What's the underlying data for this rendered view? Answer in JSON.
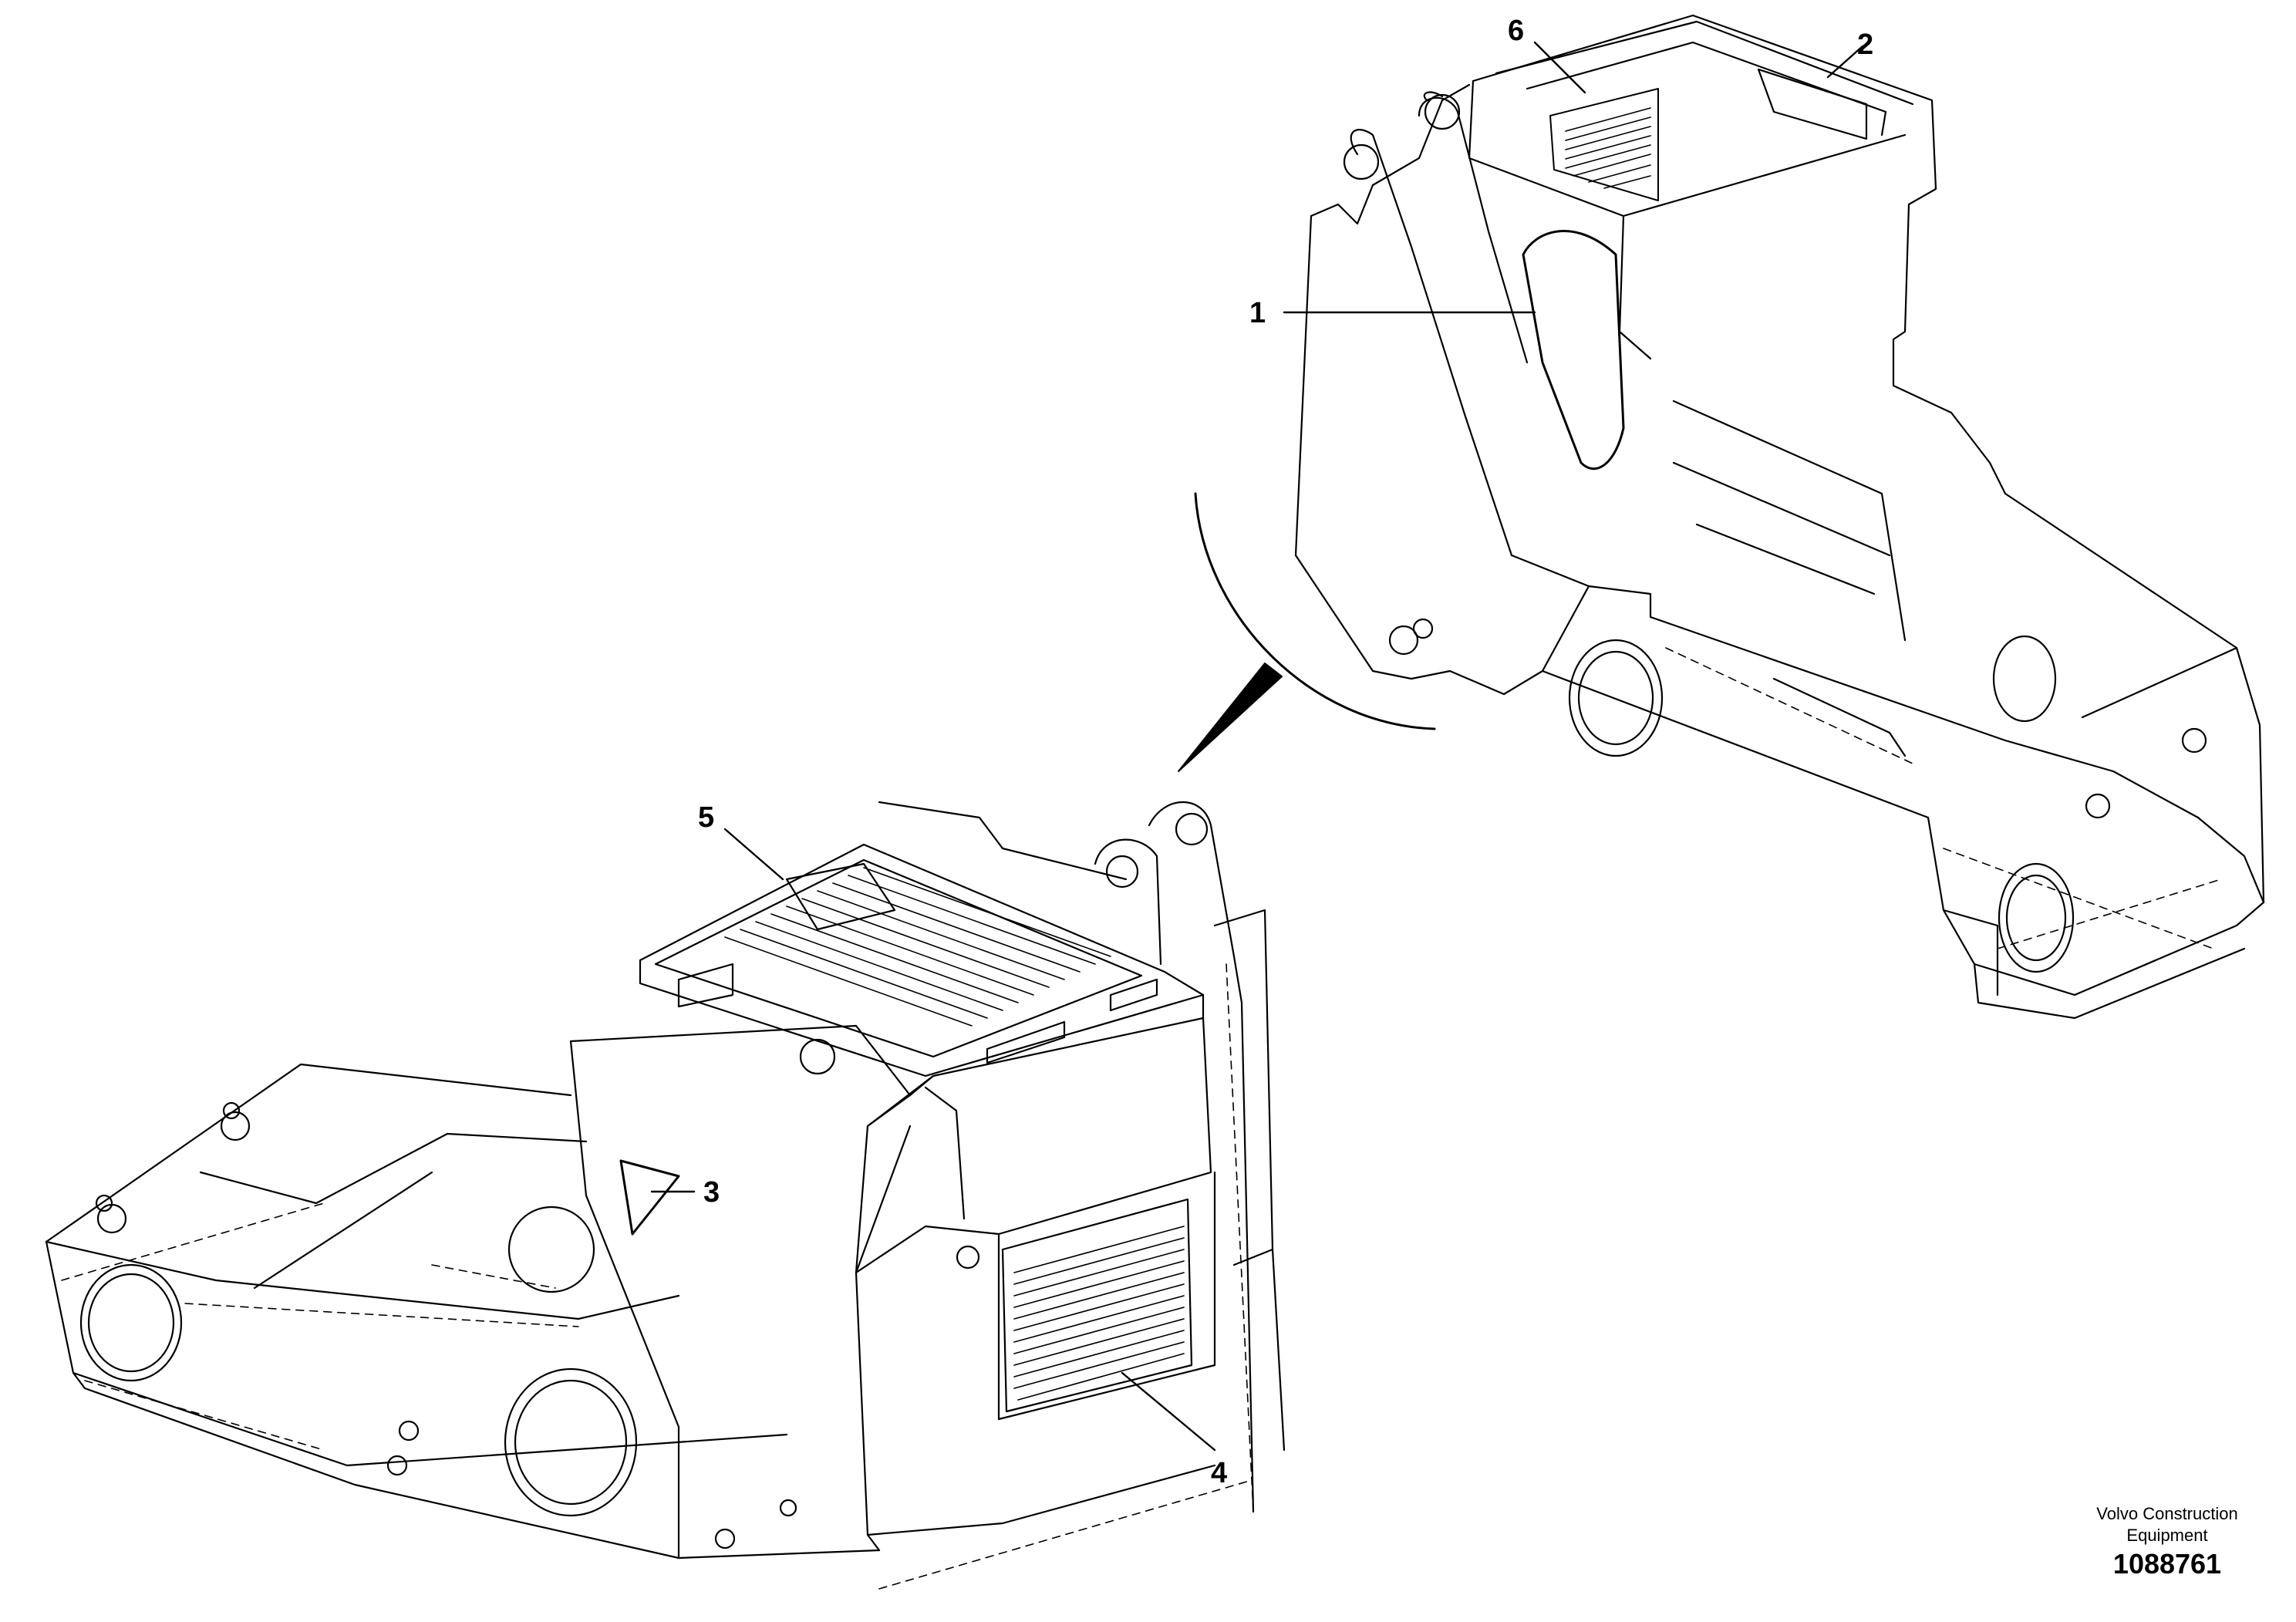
{
  "diagram": {
    "callouts": [
      {
        "id": "1",
        "label": "1"
      },
      {
        "id": "2",
        "label": "2"
      },
      {
        "id": "3",
        "label": "3"
      },
      {
        "id": "4",
        "label": "4"
      },
      {
        "id": "5",
        "label": "5"
      },
      {
        "id": "6",
        "label": "6"
      }
    ]
  },
  "footer": {
    "company_line1": "Volvo Construction",
    "company_line2": "Equipment",
    "document_number": "1088761"
  },
  "colors": {
    "line": "#000000",
    "background": "#ffffff"
  }
}
